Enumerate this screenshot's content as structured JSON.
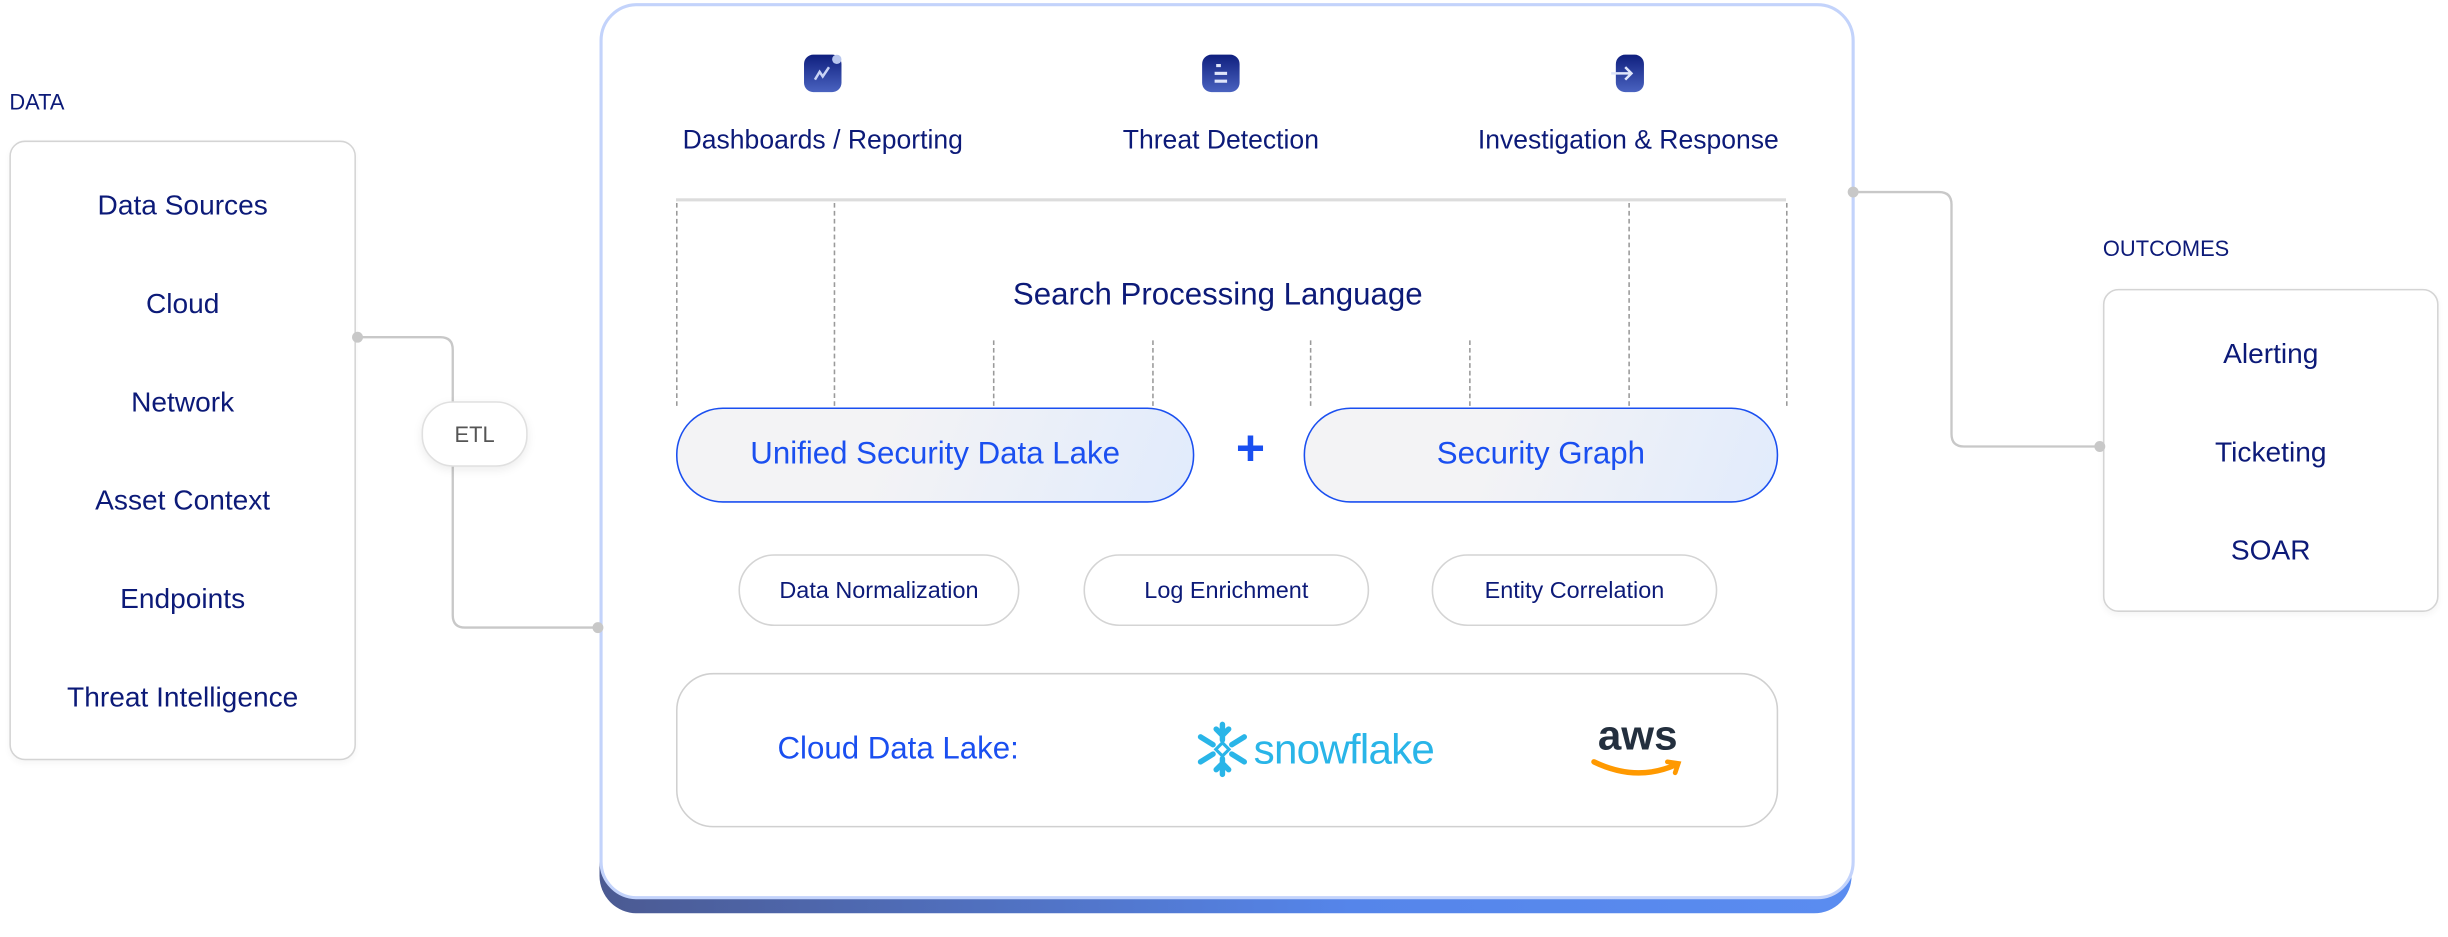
{
  "data_section": {
    "label": "DATA",
    "items": [
      "Data Sources",
      "Cloud",
      "Network",
      "Asset Context",
      "Endpoints",
      "Threat Intelligence"
    ]
  },
  "etl_label": "ETL",
  "platform": {
    "capabilities": [
      {
        "label": "Dashboards / Reporting",
        "icon": "chart-icon"
      },
      {
        "label": "Threat Detection",
        "icon": "list-icon"
      },
      {
        "label": "Investigation & Response",
        "icon": "arrow-right-icon"
      }
    ],
    "spl_label": "Search Processing Language",
    "core": [
      "Unified Security Data Lake",
      "Security Graph"
    ],
    "plus": "+",
    "processes": [
      "Data Normalization",
      "Log Enrichment",
      "Entity Correlation"
    ],
    "cloud_data_lake": {
      "label": "Cloud Data Lake:",
      "providers": [
        "snowflake",
        "aws"
      ]
    }
  },
  "outcomes_section": {
    "label": "OUTCOMES",
    "items": [
      "Alerting",
      "Ticketing",
      "SOAR"
    ]
  },
  "colors": {
    "navy": "#0c1a78",
    "accent": "#1a4ff0",
    "snowflake": "#29b5e8",
    "aws_arrow": "#ff9900"
  }
}
